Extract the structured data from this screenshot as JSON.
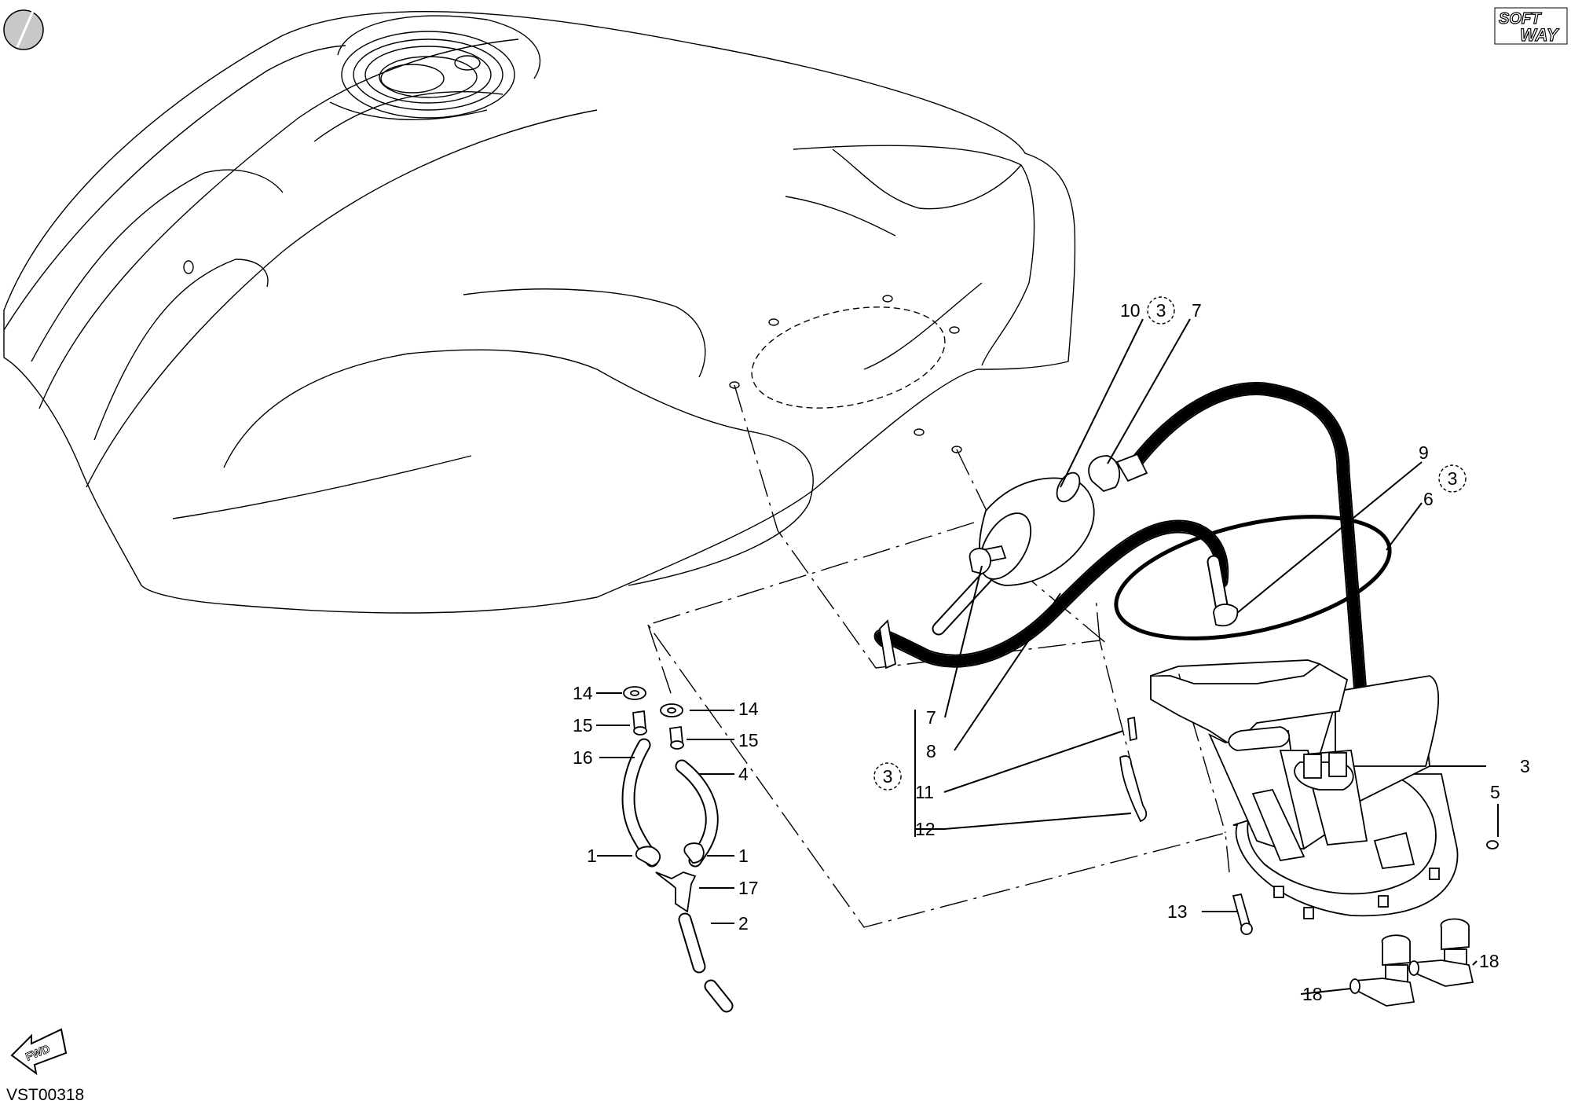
{
  "drawing_code": "VST00318",
  "brand_logo": {
    "top": "SOFT",
    "bottom": "WAY"
  },
  "forward_arrow_text": "FWD",
  "callouts": {
    "c10": "10",
    "c3a": "3",
    "c7a": "7",
    "c9": "9",
    "c3b": "3",
    "c6": "6",
    "c14a": "14",
    "c14b": "14",
    "c15a": "15",
    "c15b": "15",
    "c16": "16",
    "c4": "4",
    "c1a": "1",
    "c1b": "1",
    "c17": "17",
    "c2": "2",
    "c7b": "7",
    "c8": "8",
    "c3c": "3",
    "c11": "11",
    "c12": "12",
    "c3d": "3",
    "c5": "5",
    "c13": "13",
    "c18a": "18",
    "c18b": "18"
  },
  "icons": {
    "corner": "circle-badge-icon",
    "logo": "softway-logo-icon",
    "forward": "forward-arrow-icon"
  }
}
